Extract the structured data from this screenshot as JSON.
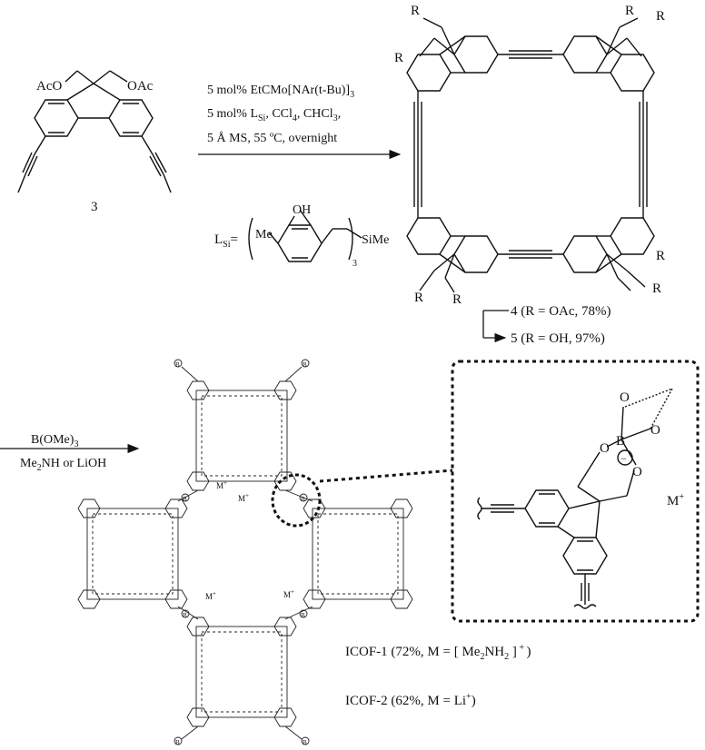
{
  "compound3": {
    "left_sub": "AcO",
    "right_sub": "OAc",
    "number": "3"
  },
  "reaction1": {
    "line1": "5 mol% EtCMo[NAr(t-Bu)]",
    "line1_sub": "3",
    "line2_pre": "5 mol% L",
    "line2_sub": "Si",
    "line2_post": ", CCl",
    "line2_sub2": "4",
    "line2_post2": ", CHCl",
    "line2_sub3": "3",
    "line2_end": ",",
    "line3": "5 Å MS, 55 ºC, overnight"
  },
  "ligand": {
    "label": "L",
    "label_sub": "Si",
    "eq": "=",
    "oh": "OH",
    "me": "Me",
    "mult": "3",
    "simme": "SiMe"
  },
  "macrocycle": {
    "r": "R"
  },
  "products": {
    "p4": "4 (R = OAc, 78%)",
    "p5": "5 (R = OH, 97%)"
  },
  "reaction2": {
    "line1": "B(OMe)",
    "line1_sub": "3",
    "line2_pre": "Me",
    "line2_sub": "2",
    "line2_post": "NH or LiOH"
  },
  "network": {
    "m": "M",
    "plus": "+",
    "b": "B",
    "o": "O"
  },
  "inset": {
    "o": "O",
    "b": "B",
    "m": "M",
    "plus": "+",
    "minus": "−"
  },
  "icof": {
    "icof1_pre": "ICOF-1 (72%, M = [ Me",
    "icof1_sub1": "2",
    "icof1_mid": "NH",
    "icof1_sub2": "2",
    "icof1_end": " ]",
    "icof1_sup": " + ",
    "icof1_close": ")",
    "icof2_pre": "ICOF-2 (62%, M = Li",
    "icof2_sup": "+",
    "icof2_close": ")"
  }
}
